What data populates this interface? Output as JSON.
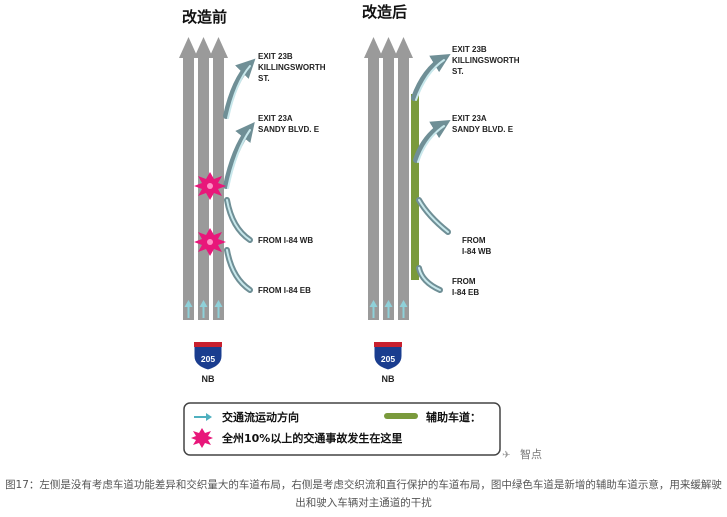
{
  "before": {
    "title": "改造前",
    "exit_23b": [
      "EXIT 23B",
      "KILLINGSWORTH",
      "ST."
    ],
    "exit_23a": [
      "EXIT 23A",
      "SANDY BLVD. E"
    ],
    "from_wb": [
      "FROM I-84 WB"
    ],
    "from_eb": [
      "FROM I-84 EB"
    ],
    "shield_number": "205",
    "direction": "NB"
  },
  "after": {
    "title": "改造后",
    "exit_23b": [
      "EXIT 23B",
      "KILLINGSWORTH",
      "ST."
    ],
    "exit_23a": [
      "EXIT 23A",
      "SANDY BLVD. E"
    ],
    "from_wb": [
      "FROM",
      "I-84 WB"
    ],
    "from_eb": [
      "FROM",
      "I-84 EB"
    ],
    "shield_number": "205",
    "direction": "NB"
  },
  "legend": {
    "traffic_direction": "交通流运动方向",
    "aux_lane": "辅助车道：",
    "crash_note": "全州10%以上的交通事故发生在这里"
  },
  "watermark": "智点",
  "caption": "图17：左侧是没有考虑车道功能差异和交织量大的车道布局，右侧是考虑交织流和直行保护的车道布局，图中绿色车道是新增的辅助车道示意，用来缓解驶出和驶入车辆对主通道的干扰",
  "colors": {
    "lane_gray": "#9a9a9a",
    "aux_green": "#7a9a3c",
    "ramp_arrow": "#6f8f96",
    "flow_arrow": "#8fd0d8",
    "crash_magenta": "#e8177a",
    "shield_blue": "#1a3d8f",
    "shield_red": "#c8202f"
  }
}
